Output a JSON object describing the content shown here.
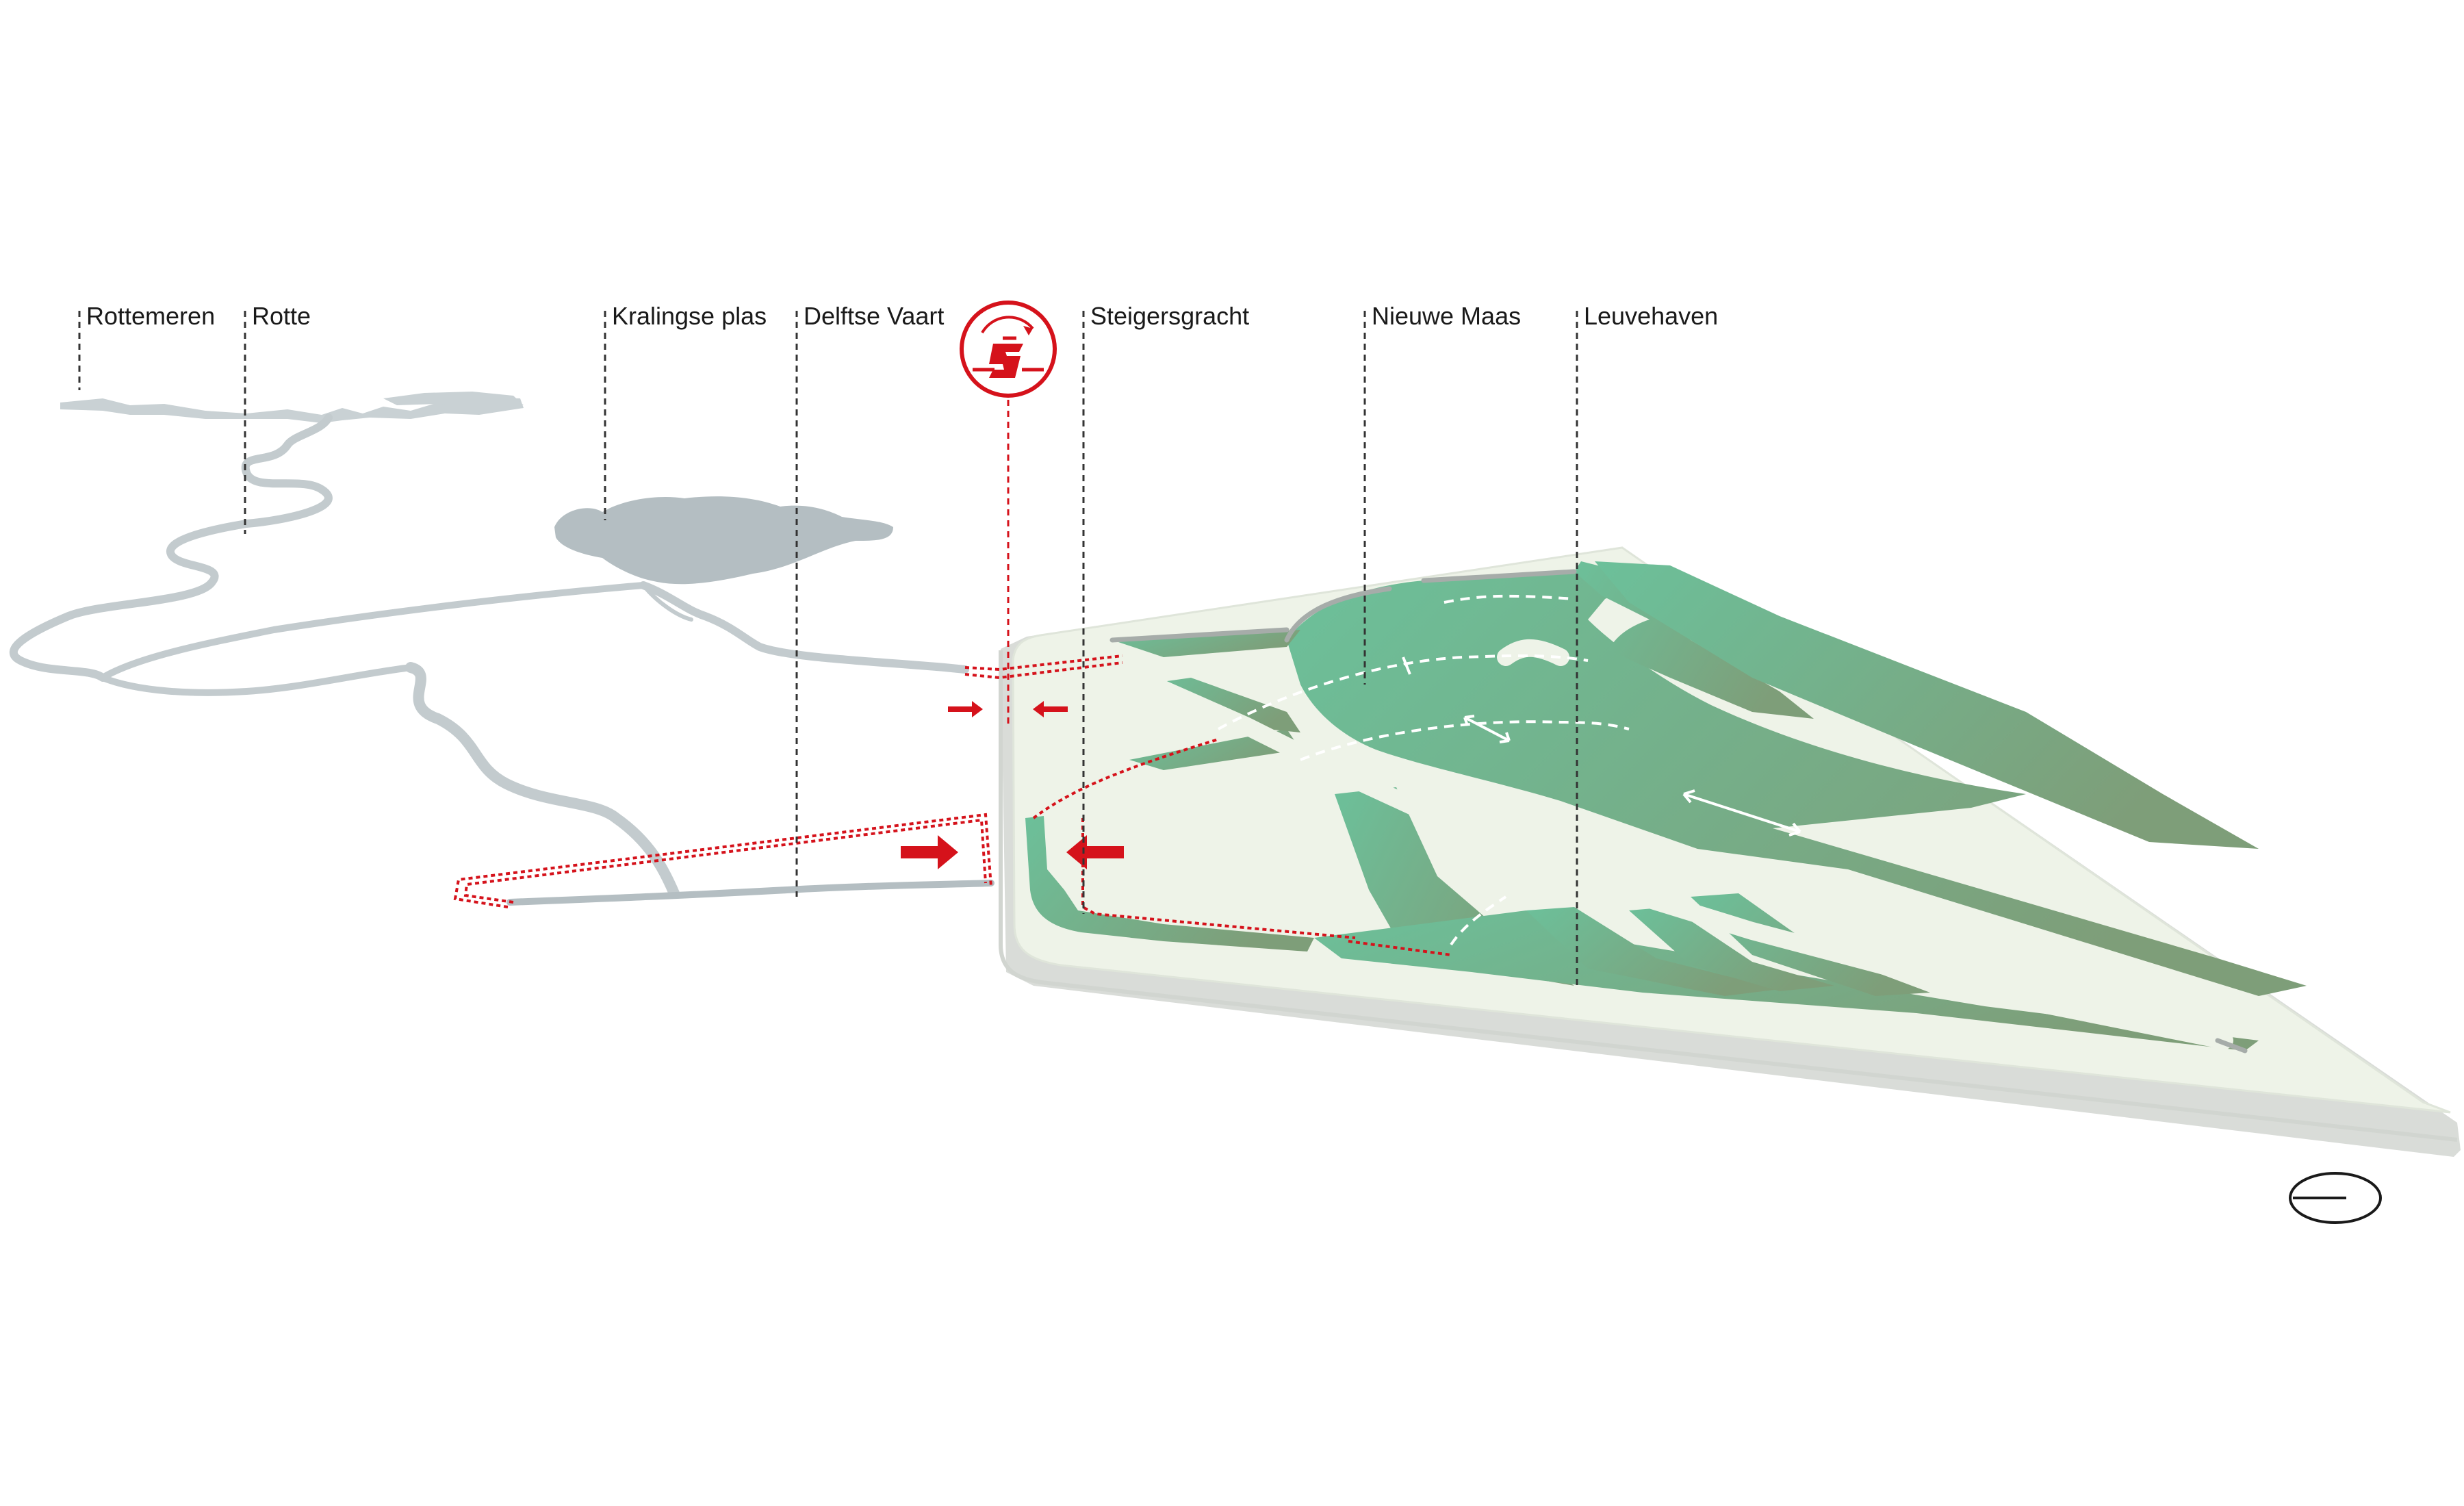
{
  "labels": [
    {
      "id": "rottemeren",
      "text": "Rottemeren"
    },
    {
      "id": "rotte",
      "text": "Rotte"
    },
    {
      "id": "kralingse-plas",
      "text": "Kralingse plas"
    },
    {
      "id": "delftse-vaart",
      "text": "Delftse Vaart"
    },
    {
      "id": "steigersgracht",
      "text": "Steigersgracht"
    },
    {
      "id": "nieuwe-maas",
      "text": "Nieuwe Maas"
    },
    {
      "id": "leuvehaven",
      "text": "Leuvehaven"
    }
  ],
  "colors": {
    "water_grey": "#c3cbce",
    "lake_grey": "#b4bec2",
    "plate": "#eef3e8",
    "plate_edge": "#d9dcd8",
    "green_light": "#6cc09a",
    "green_dark": "#7e9e79",
    "accent_red": "#d5121b",
    "leader": "#333333"
  },
  "icons": [
    "pump-station-icon",
    "north-arrow-icon"
  ]
}
